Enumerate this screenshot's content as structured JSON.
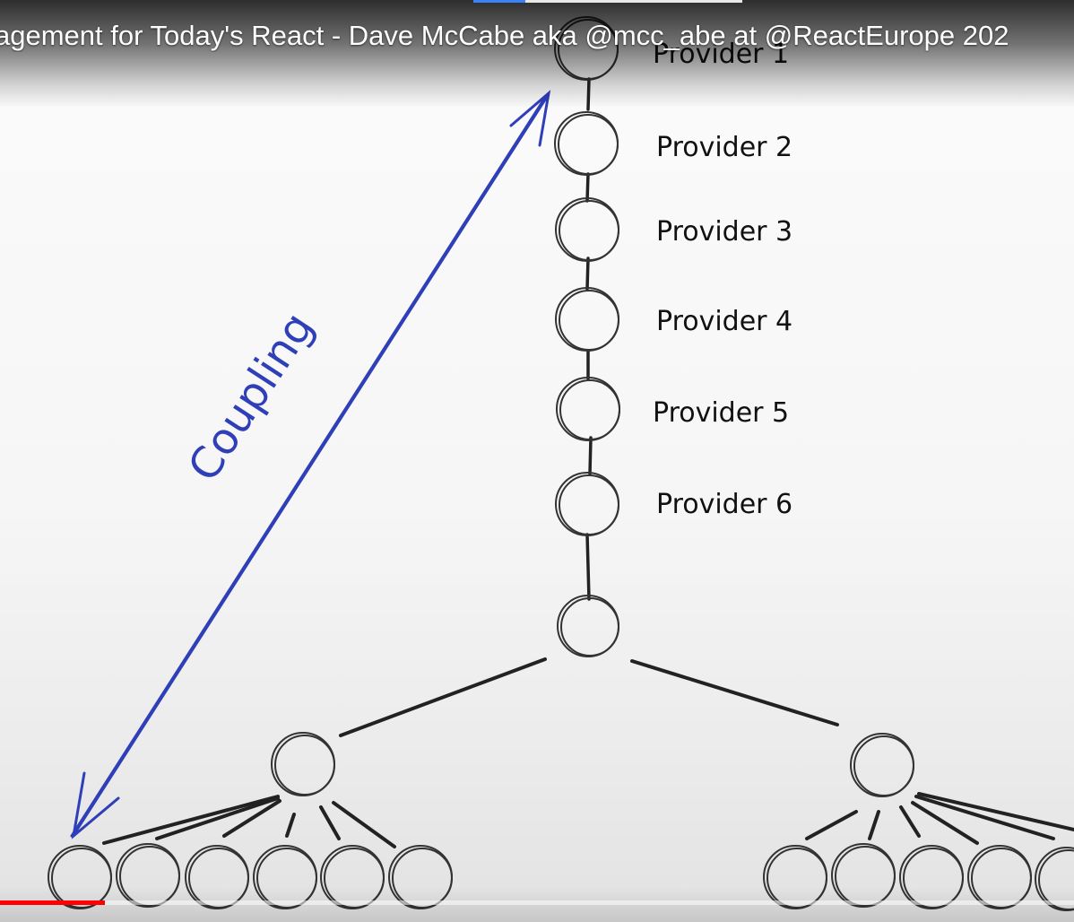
{
  "player": {
    "video_title": "agement for Today's React - Dave McCabe aka @mcc_abe at @ReactEurope 202",
    "progress_fraction": 0.098,
    "accent_color": "#ff0000"
  },
  "diagram": {
    "providers": [
      {
        "label": "Provider 1"
      },
      {
        "label": "Provider 2"
      },
      {
        "label": "Provider 3"
      },
      {
        "label": "Provider 4"
      },
      {
        "label": "Provider 5"
      },
      {
        "label": "Provider 6"
      }
    ],
    "coupling_label": "Coupling",
    "coupling_color": "#2f3fb8",
    "ink_color": "#2a2a2a"
  }
}
